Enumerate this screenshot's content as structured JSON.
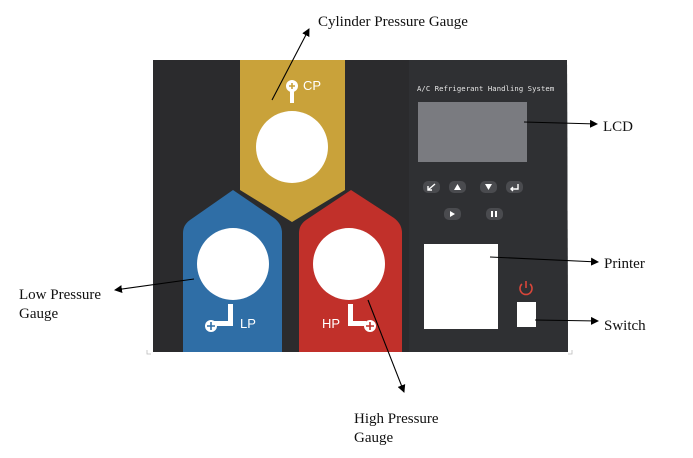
{
  "callouts": {
    "cylinder_pressure_gauge": "Cylinder Pressure Gauge",
    "lcd": "LCD",
    "printer": "Printer",
    "switch": "Switch",
    "low_pressure_gauge": "Low Pressure\nGauge",
    "high_pressure_gauge": "High Pressure\nGauge"
  },
  "panel": {
    "title": "A/C Refrigerant Handling System",
    "gauges": {
      "cp_label": "CP",
      "lp_label": "LP",
      "hp_label": "HP"
    },
    "buttons": {
      "row1": [
        "return-arrow-icon",
        "up-triangle-icon",
        "down-triangle-icon",
        "enter-icon"
      ],
      "row2": [
        "play-icon",
        "pause-icon"
      ]
    },
    "switch_icon": "power-icon"
  },
  "colors": {
    "panel_dark": "#2b2b2d",
    "panel_right": "#2f3033",
    "cylinder_yellow": "#c9a23a",
    "low_blue": "#2f6ea6",
    "high_red": "#c1302a",
    "lcd_gray": "#7a7b80",
    "power_red": "#d9463a"
  }
}
